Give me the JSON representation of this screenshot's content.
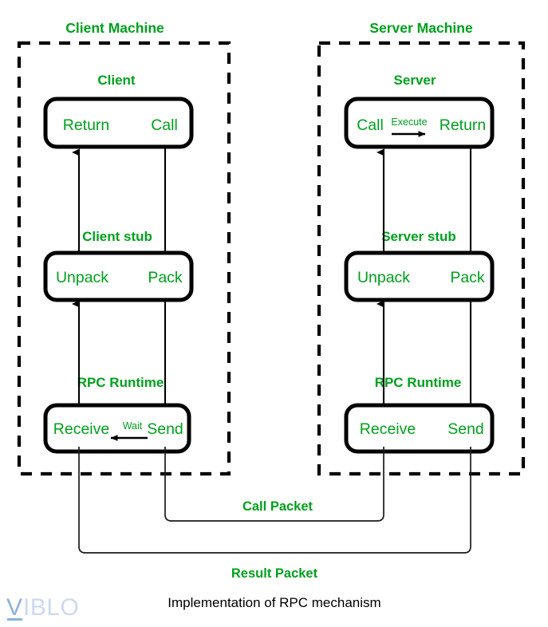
{
  "diagram": {
    "caption": "Implementation of RPC mechanism",
    "colors": {
      "label_green": "#00a01e",
      "stroke_black": "#000000",
      "background": "#ffffff",
      "watermark_light": "#ccd9ef",
      "watermark_accent": "#8fb0de"
    },
    "machines": [
      {
        "id": "client-machine",
        "title": "Client Machine",
        "layers": [
          {
            "id": "client",
            "title": "Client",
            "left_port": "Return",
            "right_port": "Call",
            "inner_label": "",
            "inner_arrow": "none"
          },
          {
            "id": "client-stub",
            "title": "Client stub",
            "left_port": "Unpack",
            "right_port": "Pack",
            "inner_label": "",
            "inner_arrow": "none"
          },
          {
            "id": "client-rpc-runtime",
            "title": "RPC Runtime",
            "left_port": "Receive",
            "right_port": "Send",
            "inner_label": "Wait",
            "inner_arrow": "left"
          }
        ]
      },
      {
        "id": "server-machine",
        "title": "Server Machine",
        "layers": [
          {
            "id": "server",
            "title": "Server",
            "left_port": "Call",
            "right_port": "Return",
            "inner_label": "Execute",
            "inner_arrow": "right"
          },
          {
            "id": "server-stub",
            "title": "Server stub",
            "left_port": "Unpack",
            "right_port": "Pack",
            "inner_label": "",
            "inner_arrow": "none"
          },
          {
            "id": "server-rpc-runtime",
            "title": "RPC Runtime",
            "left_port": "Receive",
            "right_port": "Send",
            "inner_label": "",
            "inner_arrow": "none"
          }
        ]
      }
    ],
    "packets": [
      {
        "id": "call-packet",
        "label": "Call Packet",
        "from": "client-send",
        "to": "server-receive"
      },
      {
        "id": "result-packet",
        "label": "Result Packet",
        "from": "server-send",
        "to": "client-receive"
      }
    ],
    "watermark": {
      "accent_letter": "V",
      "rest_letters": "IBLO"
    }
  }
}
